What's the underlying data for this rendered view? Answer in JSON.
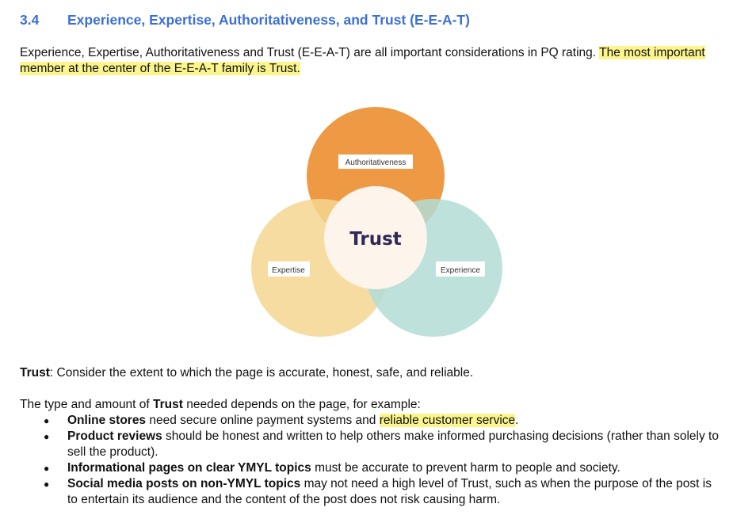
{
  "section": {
    "number": "3.4",
    "title": "Experience, Expertise, Authoritativeness, and Trust (E-E-A-T)"
  },
  "intro": {
    "text": "Experience, Expertise, Authoritativeness and Trust (E-E-A-T) are all important considerations in PQ rating.  ",
    "highlight": "The most important member at the center of the E-E-A-T family is Trust."
  },
  "diagram": {
    "center_label": "Trust",
    "circles": [
      {
        "label": "Authoritativeness",
        "color": "#ee9a44"
      },
      {
        "label": "Expertise",
        "color": "#f4d690"
      },
      {
        "label": "Experience",
        "color": "#b3dcd6"
      }
    ],
    "center_color": "#fdf5ec",
    "center_text_color": "#2f2a55"
  },
  "trust_definition": {
    "term": "Trust",
    "text": ": Consider the extent to which the page is accurate, honest, safe, and reliable."
  },
  "examples_intro": {
    "before": "The type and amount of ",
    "bold": "Trust",
    "after": " needed depends on the page, for example:"
  },
  "bullets": [
    {
      "bold": "Online stores",
      "text": " need secure online payment systems and ",
      "highlight": "reliable customer service",
      "after": "."
    },
    {
      "bold": "Product reviews",
      "text": " should be honest and written to help others make informed purchasing decisions (rather than solely to sell the product)."
    },
    {
      "bold": "Informational pages on clear YMYL topics",
      "text": " must be accurate to prevent harm to people and society."
    },
    {
      "bold": "Social media posts on non-YMYL topics",
      "text": " may not need a high level of Trust, such as when the purpose of the post is to entertain its audience and the content of the post does not risk causing harm."
    }
  ],
  "colors": {
    "heading": "#3c6fd6",
    "highlight": "#fbf58d"
  }
}
